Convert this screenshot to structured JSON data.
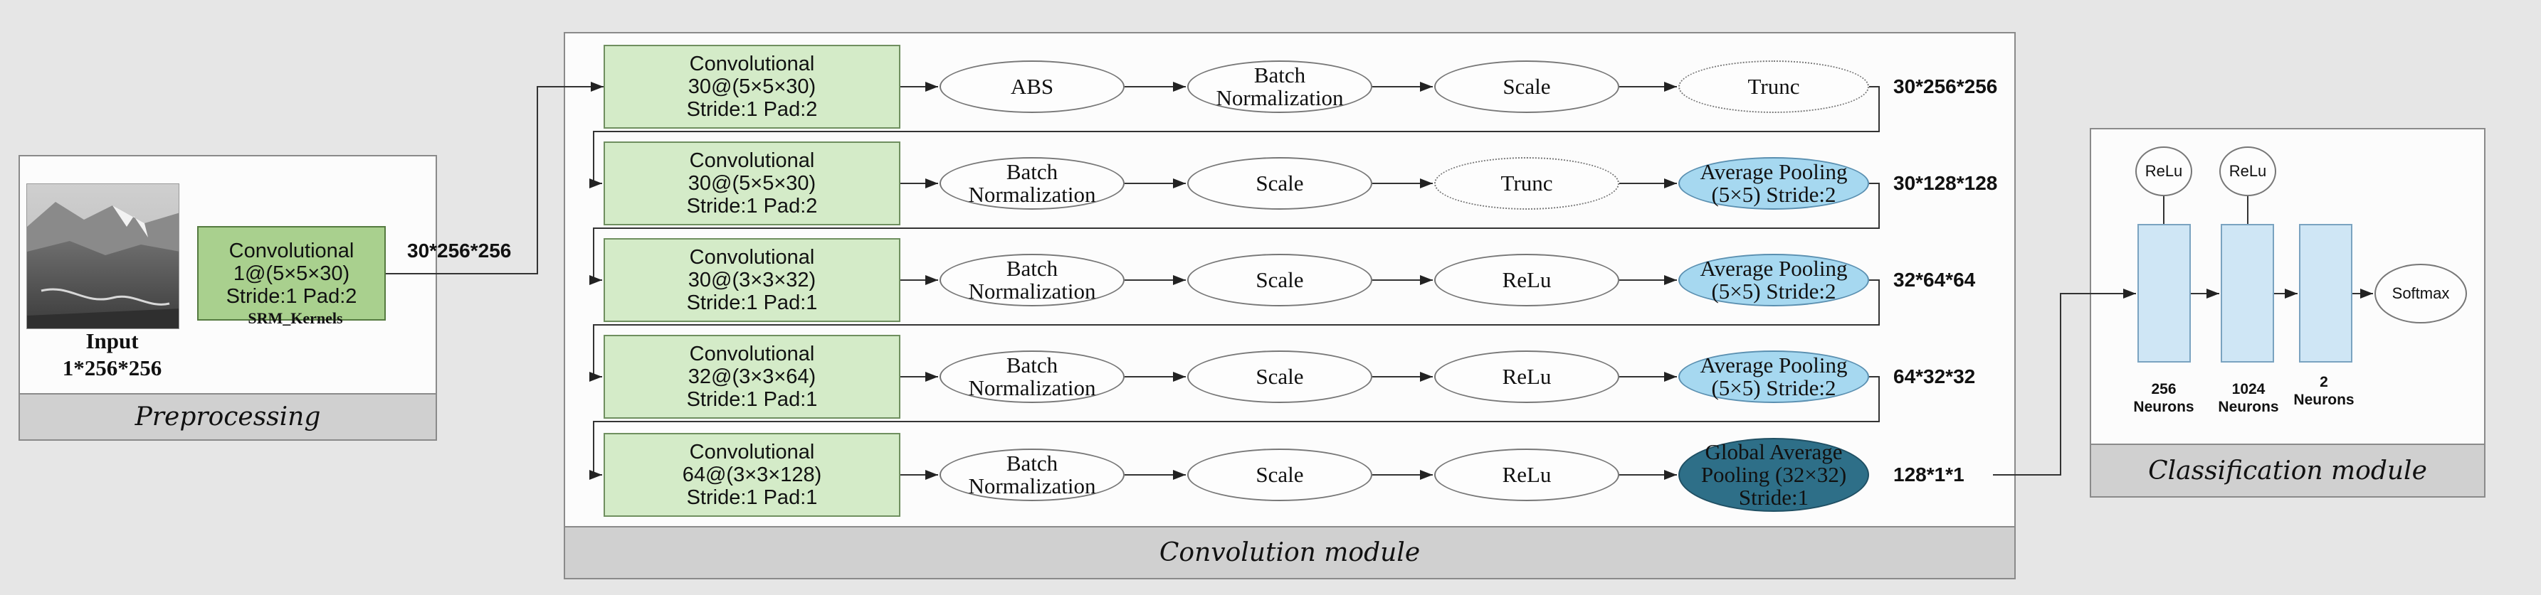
{
  "preprocessing": {
    "label": "Preprocessing",
    "input_label": "Input",
    "input_size": "1*256*256",
    "conv": {
      "l1": "Convolutional",
      "l2": "1@(5×5×30)",
      "l3": "Stride:1 Pad:2"
    },
    "kernel_label": "SRM_Kernels",
    "out_dim": "30*256*256"
  },
  "convolution_module": {
    "label": "Convolution module",
    "rows": [
      {
        "conv": [
          "Convolutional",
          "30@(5×5×30)",
          "Stride:1 Pad:2"
        ],
        "ops": [
          {
            "t": [
              "ABS"
            ]
          },
          {
            "t": [
              "Batch",
              "Normalization"
            ]
          },
          {
            "t": [
              "Scale"
            ]
          },
          {
            "t": [
              "Trunc"
            ]
          }
        ],
        "dim": "30*256*256"
      },
      {
        "conv": [
          "Convolutional",
          "30@(5×5×30)",
          "Stride:1 Pad:2"
        ],
        "ops": [
          {
            "t": [
              "Batch",
              "Normalization"
            ]
          },
          {
            "t": [
              "Scale"
            ]
          },
          {
            "t": [
              "Trunc"
            ]
          },
          {
            "t": [
              "Average Pooling",
              "(5×5) Stride:2"
            ]
          }
        ],
        "dim": "30*128*128"
      },
      {
        "conv": [
          "Convolutional",
          "30@(3×3×32)",
          "Stride:1 Pad:1"
        ],
        "ops": [
          {
            "t": [
              "Batch",
              "Normalization"
            ]
          },
          {
            "t": [
              "Scale"
            ]
          },
          {
            "t": [
              "ReLu"
            ]
          },
          {
            "t": [
              "Average Pooling",
              "(5×5) Stride:2"
            ]
          }
        ],
        "dim": "32*64*64"
      },
      {
        "conv": [
          "Convolutional",
          "32@(3×3×64)",
          "Stride:1  Pad:1"
        ],
        "ops": [
          {
            "t": [
              "Batch",
              "Normalization"
            ]
          },
          {
            "t": [
              "Scale"
            ]
          },
          {
            "t": [
              "ReLu"
            ]
          },
          {
            "t": [
              "Average Pooling",
              "(5×5) Stride:2"
            ]
          }
        ],
        "dim": "64*32*32"
      },
      {
        "conv": [
          "Convolutional",
          "64@(3×3×128)",
          "Stride:1 Pad:1"
        ],
        "ops": [
          {
            "t": [
              "Batch",
              "Normalization"
            ]
          },
          {
            "t": [
              "Scale"
            ]
          },
          {
            "t": [
              "ReLu"
            ]
          },
          {
            "t": [
              "Global Average",
              "Pooling (32×32)",
              "Stride:1"
            ]
          }
        ],
        "dim": "128*1*1"
      }
    ]
  },
  "classification_module": {
    "label": "Classification module",
    "relu1": "ReLu",
    "relu2": "ReLu",
    "layer1": {
      "n": "256",
      "unit": "Neurons"
    },
    "layer2": {
      "n": "1024",
      "unit": "Neurons"
    },
    "layer3": {
      "n": "2",
      "unit": "Neurons"
    },
    "softmax": "Softmax"
  }
}
